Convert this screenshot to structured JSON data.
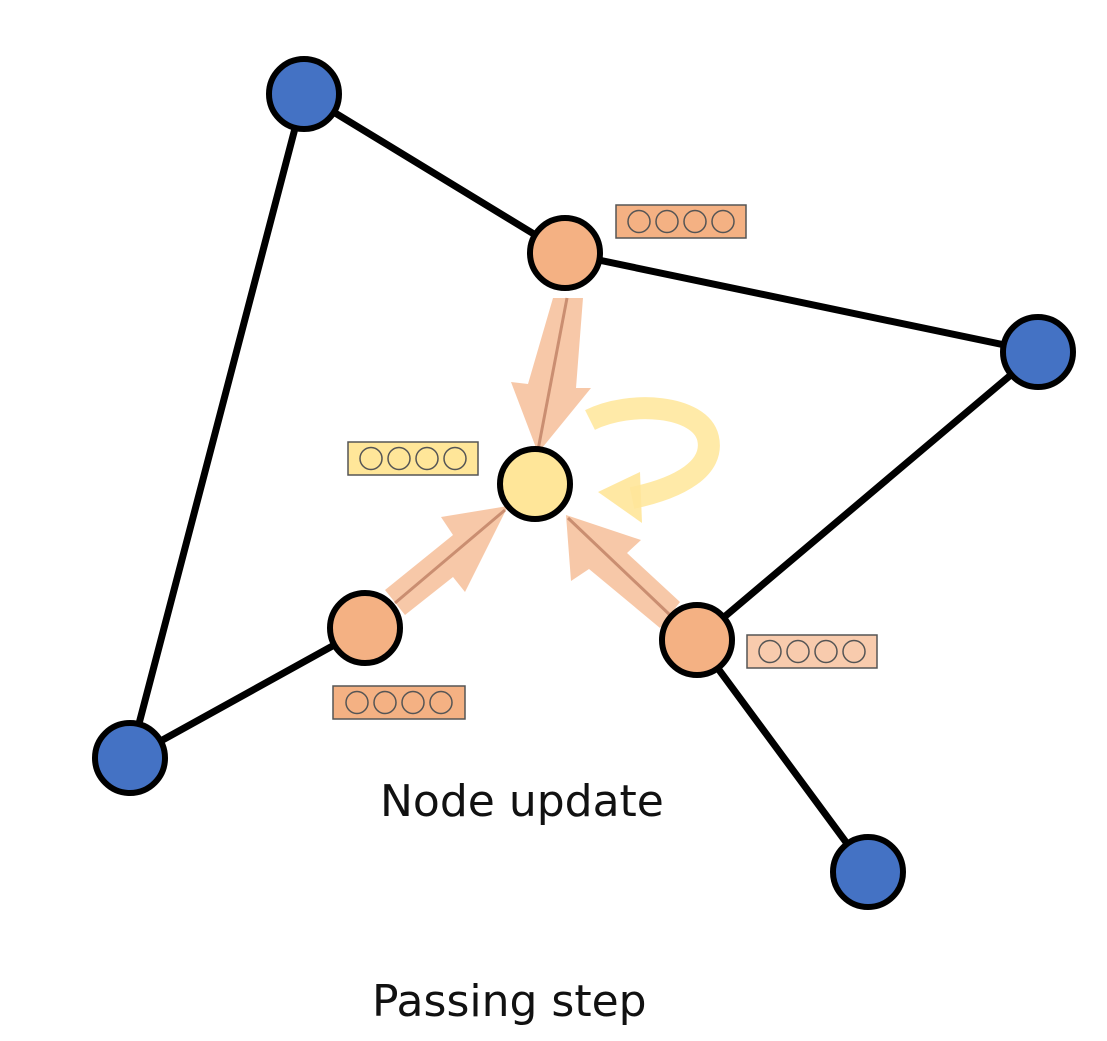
{
  "captions": {
    "node_update": "Node update",
    "passing_step": "Passing step"
  },
  "colors": {
    "outer_node": "#4472c4",
    "neighbor_node": "#f4b183",
    "center_node": "#ffe699",
    "edge": "#000000",
    "message_arrow": "#f4b183",
    "self_loop_arrow": "#ffe699",
    "vector_neighbor": "#f4b183",
    "vector_center": "#ffe699",
    "vector_light": "#f8cbad"
  },
  "graph": {
    "nodes": [
      {
        "id": "outer-top-left",
        "role": "outer"
      },
      {
        "id": "outer-right",
        "role": "outer"
      },
      {
        "id": "outer-bottom-left",
        "role": "outer"
      },
      {
        "id": "outer-bottom-right",
        "role": "outer"
      },
      {
        "id": "neighbor-top",
        "role": "neighbor"
      },
      {
        "id": "neighbor-left",
        "role": "neighbor"
      },
      {
        "id": "neighbor-right",
        "role": "neighbor"
      },
      {
        "id": "center",
        "role": "center"
      }
    ],
    "edges": [
      [
        "outer-top-left",
        "neighbor-top"
      ],
      [
        "neighbor-top",
        "outer-right"
      ],
      [
        "outer-top-left",
        "outer-bottom-left"
      ],
      [
        "outer-bottom-left",
        "neighbor-left"
      ],
      [
        "outer-right",
        "neighbor-right"
      ],
      [
        "neighbor-right",
        "outer-bottom-right"
      ]
    ],
    "messages": [
      {
        "from": "neighbor-top",
        "to": "center"
      },
      {
        "from": "neighbor-left",
        "to": "center"
      },
      {
        "from": "neighbor-right",
        "to": "center"
      },
      {
        "from": "center",
        "to": "center",
        "kind": "self-loop"
      }
    ],
    "feature_vectors": [
      {
        "node": "neighbor-top",
        "cells": 4
      },
      {
        "node": "center",
        "cells": 4
      },
      {
        "node": "neighbor-left",
        "cells": 4
      },
      {
        "node": "neighbor-right",
        "cells": 4
      }
    ]
  }
}
